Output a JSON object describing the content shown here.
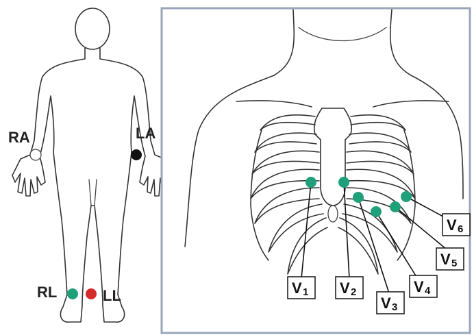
{
  "colors": {
    "electrode_green": "#1fa07a",
    "electrode_red": "#d42a2a",
    "electrode_black": "#111111",
    "electrode_white": "#ffffff",
    "panel_border": "#9aa6b8"
  },
  "limb_leads": [
    {
      "key": "ra",
      "label": "RA",
      "electrode": "white"
    },
    {
      "key": "la",
      "label": "LA",
      "electrode": "black"
    },
    {
      "key": "rl",
      "label": "RL",
      "electrode": "green"
    },
    {
      "key": "ll",
      "label": "LL",
      "electrode": "red"
    }
  ],
  "precordial_leads": [
    {
      "key": "v1",
      "letter": "V",
      "number": "1"
    },
    {
      "key": "v2",
      "letter": "V",
      "number": "2"
    },
    {
      "key": "v3",
      "letter": "V",
      "number": "3"
    },
    {
      "key": "v4",
      "letter": "V",
      "number": "4"
    },
    {
      "key": "v5",
      "letter": "V",
      "number": "5"
    },
    {
      "key": "v6",
      "letter": "V",
      "number": "6"
    }
  ]
}
